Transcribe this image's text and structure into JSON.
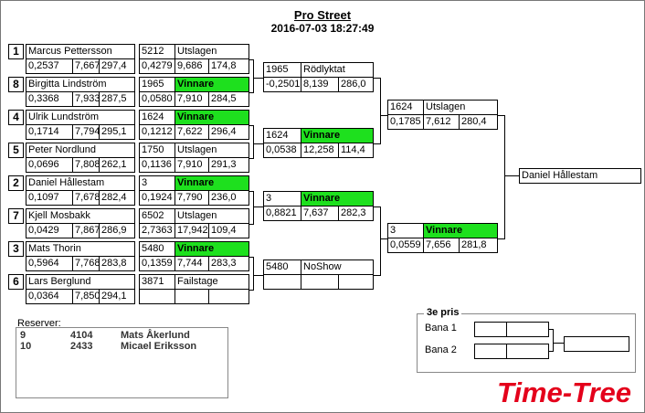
{
  "header": {
    "title": "Pro Street",
    "datetime": "2016-07-03 18:27:49"
  },
  "round1": [
    {
      "seed": "1",
      "name": "Marcus Pettersson",
      "rt": "0,2537",
      "et": "7,667",
      "speed": "297,4",
      "bib": "5212",
      "status": "Utslagen",
      "rt2": "0,4279",
      "et2": "9,686",
      "speed2": "174,8",
      "winner": false
    },
    {
      "seed": "8",
      "name": "Birgitta Lindström",
      "rt": "0,3368",
      "et": "7,933",
      "speed": "287,5",
      "bib": "1965",
      "status": "Vinnare",
      "rt2": "0,0580",
      "et2": "7,910",
      "speed2": "284,5",
      "winner": true
    },
    {
      "seed": "4",
      "name": "Ulrik Lundström",
      "rt": "0,1714",
      "et": "7,794",
      "speed": "295,1",
      "bib": "1624",
      "status": "Vinnare",
      "rt2": "0,1212",
      "et2": "7,622",
      "speed2": "296,4",
      "winner": true
    },
    {
      "seed": "5",
      "name": "Peter Nordlund",
      "rt": "0,0696",
      "et": "7,808",
      "speed": "262,1",
      "bib": "1750",
      "status": "Utslagen",
      "rt2": "0,1136",
      "et2": "7,910",
      "speed2": "291,3",
      "winner": false
    },
    {
      "seed": "2",
      "name": "Daniel Hållestam",
      "rt": "0,1097",
      "et": "7,678",
      "speed": "282,4",
      "bib": "3",
      "status": "Vinnare",
      "rt2": "0,1924",
      "et2": "7,790",
      "speed2": "236,0",
      "winner": true
    },
    {
      "seed": "7",
      "name": "Kjell Mosbakk",
      "rt": "0,0429",
      "et": "7,867",
      "speed": "286,9",
      "bib": "6502",
      "status": "Utslagen",
      "rt2": "2,7363",
      "et2": "17,942",
      "speed2": "109,4",
      "winner": false
    },
    {
      "seed": "3",
      "name": "Mats Thorin",
      "rt": "0,5964",
      "et": "7,768",
      "speed": "283,8",
      "bib": "5480",
      "status": "Vinnare",
      "rt2": "0,1359",
      "et2": "7,744",
      "speed2": "283,3",
      "winner": true
    },
    {
      "seed": "6",
      "name": "Lars Berglund",
      "rt": "0,0364",
      "et": "7,850",
      "speed": "294,1",
      "bib": "3871",
      "status": "Failstage",
      "rt2": "",
      "et2": "",
      "speed2": "",
      "winner": false
    }
  ],
  "quarter": [
    {
      "bib": "1965",
      "status": "Rödlyktat",
      "rt": "-0,2501",
      "et": "8,139",
      "speed": "286,0",
      "winner": false
    },
    {
      "bib": "1624",
      "status": "Vinnare",
      "rt": "0,0538",
      "et": "12,258",
      "speed": "114,4",
      "winner": true
    },
    {
      "bib": "3",
      "status": "Vinnare",
      "rt": "0,8821",
      "et": "7,637",
      "speed": "282,3",
      "winner": true
    },
    {
      "bib": "5480",
      "status": "NoShow",
      "rt": "",
      "et": "",
      "speed": "",
      "winner": false
    }
  ],
  "semi": [
    {
      "bib": "1624",
      "status": "Utslagen",
      "rt": "0,1785",
      "et": "7,612",
      "speed": "280,4",
      "winner": false
    },
    {
      "bib": "3",
      "status": "Vinnare",
      "rt": "0,0559",
      "et": "7,656",
      "speed": "281,8",
      "winner": true
    }
  ],
  "final": {
    "winner": "Daniel Hållestam"
  },
  "reserves": {
    "label": "Reserver:",
    "rows": [
      {
        "num": "9",
        "bib": "4104",
        "name": "Mats Åkerlund"
      },
      {
        "num": "10",
        "bib": "2433",
        "name": "Micael Eriksson"
      }
    ]
  },
  "third_prize": {
    "title": "3e pris",
    "lane1": "Bana 1",
    "lane2": "Bana 2"
  },
  "logo": {
    "text": "Time-Tree",
    "color": "#e4001b"
  },
  "colors": {
    "winner": "#1ee01e"
  }
}
